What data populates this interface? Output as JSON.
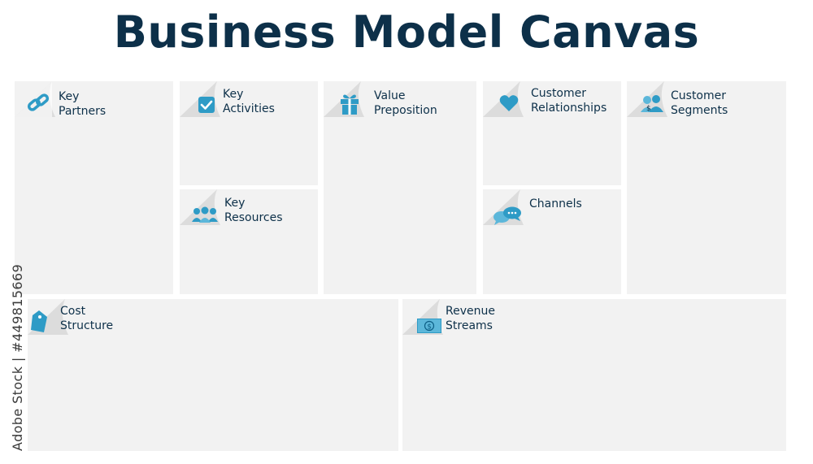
{
  "title": "Business Model Canvas",
  "colors": {
    "title": "#0d3049",
    "icon": "#2e9bc6",
    "block": "#f2f2f2"
  },
  "blocks": [
    {
      "id": "key-partners",
      "line1": "Key",
      "line2": "Partners",
      "icon": "link-icon"
    },
    {
      "id": "key-activities",
      "line1": "Key",
      "line2": "Activities",
      "icon": "checkbox-icon"
    },
    {
      "id": "key-resources",
      "line1": "Key",
      "line2": "Resources",
      "icon": "team-icon"
    },
    {
      "id": "value-proposition",
      "line1": "Value",
      "line2": "Preposition",
      "icon": "gift-icon"
    },
    {
      "id": "customer-relationships",
      "line1": "Customer",
      "line2": "Relationships",
      "icon": "heart-icon"
    },
    {
      "id": "channels",
      "line1": "Channels",
      "line2": "",
      "icon": "chat-bubbles-icon"
    },
    {
      "id": "customer-segments",
      "line1": "Customer",
      "line2": "Segments",
      "icon": "customers-icon"
    },
    {
      "id": "cost-structure",
      "line1": "Cost",
      "line2": "Structure",
      "icon": "price-tag-icon"
    },
    {
      "id": "revenue-streams",
      "line1": "Revenue",
      "line2": "Streams",
      "icon": "money-bill-icon"
    }
  ],
  "watermark": "Adobe Stock | #449815669"
}
